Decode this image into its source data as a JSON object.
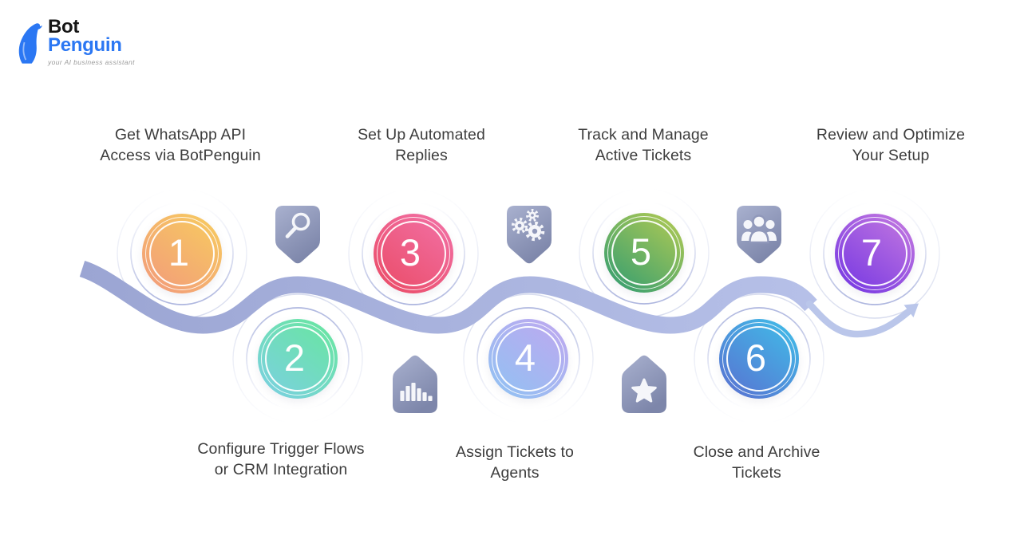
{
  "logo": {
    "brand_line1": "Bot",
    "brand_line2": "Penguin",
    "tagline": "your AI business assistant",
    "brand_blue": "#2b77f3",
    "brand_black": "#161616"
  },
  "diagram": {
    "wave_color": "#a6b0db",
    "arrow_color": "#bac6ea",
    "badge_color_light": "#a9b1cf",
    "badge_color_dark": "#7d86aa",
    "badge_icon_color": "#f5f6fa",
    "ripple_ring_color": "#a9b2dd",
    "label_text_color": "#3d3d3d",
    "steps": [
      {
        "number": "1",
        "label_line1": "Get WhatsApp API",
        "label_line2": "Access via BotPenguin",
        "position": "top",
        "gradient": [
          "#f7cd5e",
          "#f2997c"
        ]
      },
      {
        "number": "2",
        "label_line1": "Configure Trigger Flows",
        "label_line2": "or CRM Integration",
        "position": "bottom",
        "gradient": [
          "#67e79c",
          "#7ccfe4"
        ]
      },
      {
        "number": "3",
        "label_line1": "Set Up Automated",
        "label_line2": "Replies",
        "position": "top",
        "gradient": [
          "#f272a8",
          "#ea4a64"
        ]
      },
      {
        "number": "4",
        "label_line1": "Assign Tickets to",
        "label_line2": "Agents",
        "position": "bottom",
        "gradient": [
          "#c0a7f0",
          "#8fc3f2"
        ]
      },
      {
        "number": "5",
        "label_line1": "Track and Manage",
        "label_line2": "Active Tickets",
        "position": "top",
        "gradient": [
          "#b7cc52",
          "#2d9b72"
        ]
      },
      {
        "number": "6",
        "label_line1": "Close and Archive",
        "label_line2": "Tickets",
        "position": "bottom",
        "gradient": [
          "#3fc0e9",
          "#5a6ed0"
        ]
      },
      {
        "number": "7",
        "label_line1": "Review and Optimize",
        "label_line2": "Your Setup",
        "position": "top",
        "gradient": [
          "#c77be0",
          "#7134e2"
        ]
      }
    ],
    "badge_icons": [
      "search",
      "bar-chart",
      "gears",
      "star",
      "users"
    ]
  }
}
